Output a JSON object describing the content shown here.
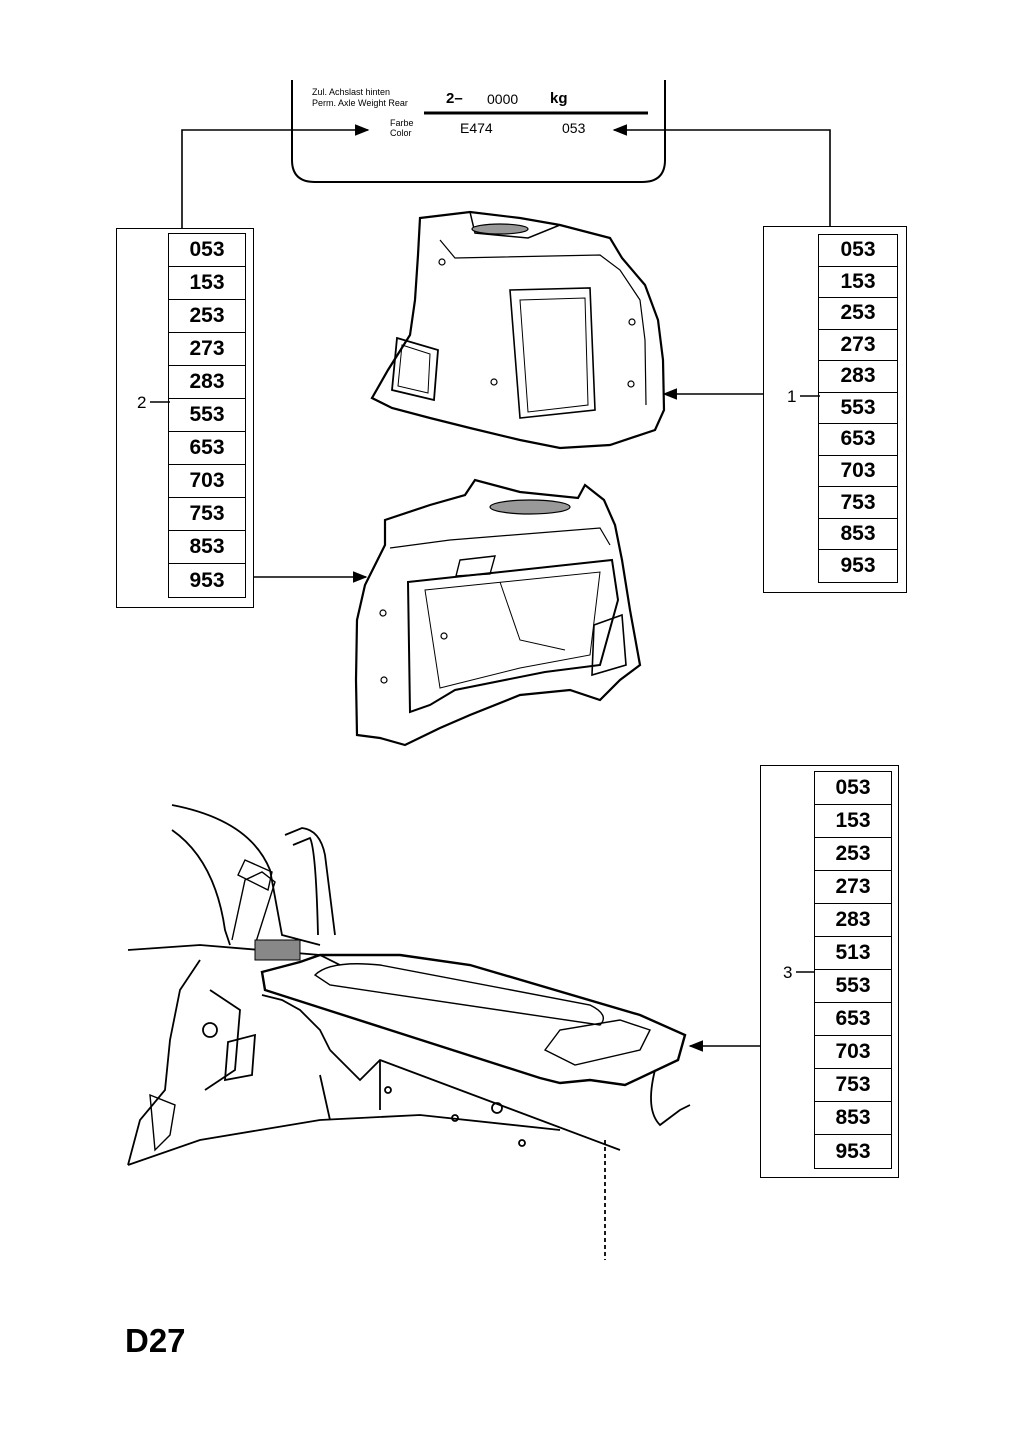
{
  "plate": {
    "line1_de": "Zul. Achslast hinten",
    "line1_en": "Perm. Axle Weight Rear",
    "axle_prefix": "2–",
    "axle_value": "0000",
    "axle_unit": "kg",
    "color_de": "Farbe",
    "color_en": "Color",
    "color_code": "E474",
    "color_number": "053"
  },
  "callouts": {
    "left": "2",
    "right_top": "1",
    "right_bottom": "3"
  },
  "codes_left": [
    "053",
    "153",
    "253",
    "273",
    "283",
    "553",
    "653",
    "703",
    "753",
    "853",
    "953"
  ],
  "codes_right_top": [
    "053",
    "153",
    "253",
    "273",
    "283",
    "553",
    "653",
    "703",
    "753",
    "853",
    "953"
  ],
  "codes_right_bottom": [
    "053",
    "153",
    "253",
    "273",
    "283",
    "513",
    "553",
    "653",
    "703",
    "753",
    "853",
    "953"
  ],
  "page_id": "D27"
}
